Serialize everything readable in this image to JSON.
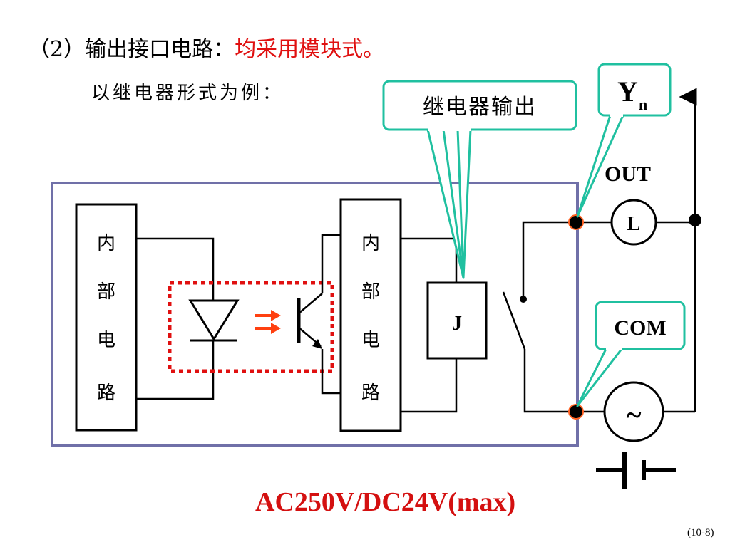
{
  "slide": {
    "title_prefix": "（2）输出接口电路：",
    "title_highlight": "均采用模块式。",
    "subtitle": "以继电器形式为例：",
    "rating": "AC250V/DC24V(max)",
    "page_number": "(10-8)"
  },
  "diagram": {
    "left_internal_circuit": [
      "内",
      "部",
      "电",
      "路"
    ],
    "right_internal_circuit": [
      "内",
      "部",
      "电",
      "路"
    ],
    "relay_coil_label": "J",
    "callout_relay_output": "继电器输出",
    "callout_yn_main": "Y",
    "callout_yn_sub": "n",
    "callout_com": "COM",
    "terminal_out_label": "OUT",
    "load_label": "L",
    "ac_source_symbol": "~"
  },
  "colors": {
    "frame": "#7070a8",
    "callout_border": "#20c0a0",
    "optocoupler_box": "#e01010",
    "light_arrows": "#ff4010",
    "terminal_dot_ring": "#ff6020",
    "highlight_text": "#e01010"
  }
}
